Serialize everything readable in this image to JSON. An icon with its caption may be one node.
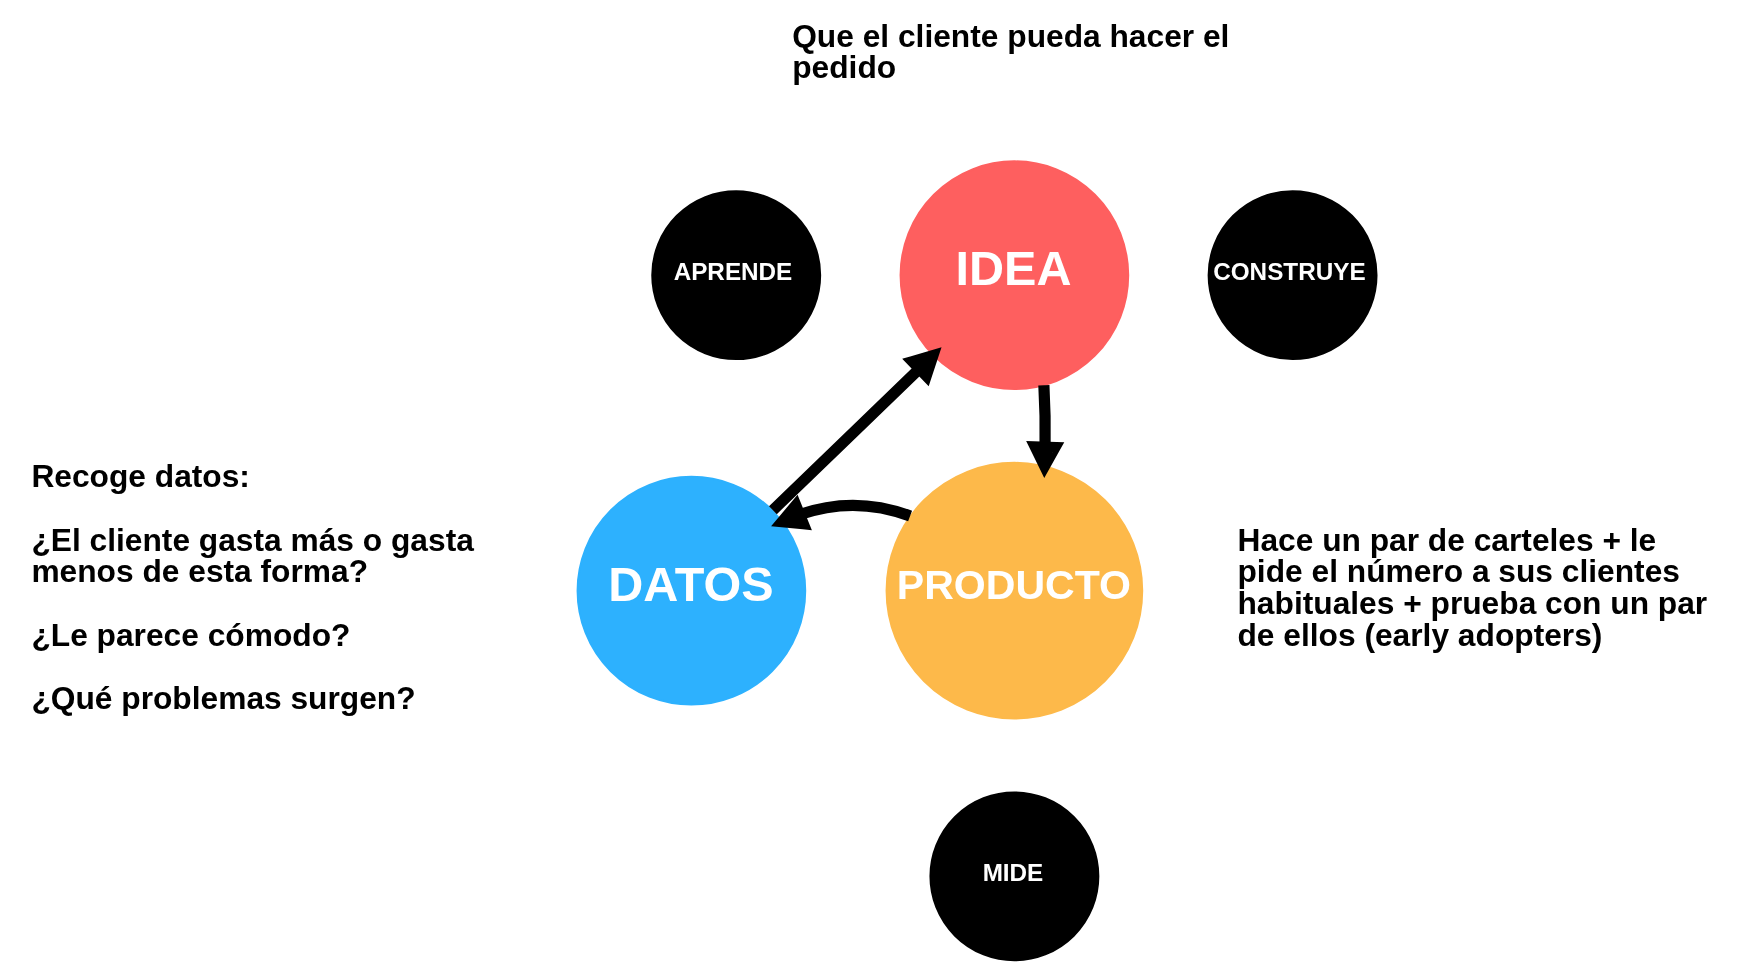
{
  "diagram": {
    "nodes": [
      {
        "text": [
          "IDEA"
        ],
        "beside": [
          "Que el cliente pueda hacer el pedido"
        ]
      },
      {
        "text": [
          "PRODUCTO"
        ],
        "beside": [
          "Hace un par de carteles + le pide el número a sus clientes habituales + prueba con un par de ellos (early adopters)"
        ]
      },
      {
        "text": [
          "DATOS"
        ],
        "beside": [
          "Recoge datos:",
          "¿El cliente gasta más o gasta menos de esta forma?",
          "¿Le parece cómodo?",
          "¿Qué problemas surgen?"
        ]
      },
      {
        "text": [
          "CONSTRUYE"
        ]
      },
      {
        "text": [
          "MIDE"
        ]
      },
      {
        "text": [
          "APRENDE"
        ]
      }
    ],
    "edges": [
      {
        "from": 0,
        "to": 1,
        "arrow": "to"
      },
      {
        "from": 1,
        "to": 2,
        "arrow": "to"
      },
      {
        "from": 2,
        "to": 0,
        "arrow": "to"
      }
    ]
  }
}
